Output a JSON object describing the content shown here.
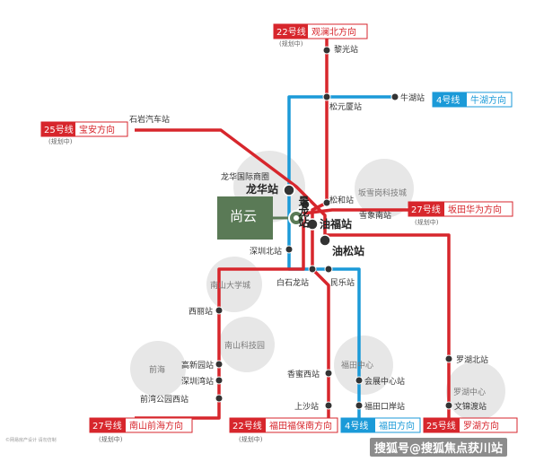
{
  "colors": {
    "red": "#d7262c",
    "blue": "#1b9ad8",
    "zone": "#e7e7e7",
    "project": "#5a7a56"
  },
  "tags": {
    "l22_north": {
      "num": "22号线",
      "dir": "观澜北方向",
      "note": "(规划中)"
    },
    "l4_north": {
      "num": "4号线",
      "dir": "牛湖方向"
    },
    "l25_north": {
      "num": "25号线",
      "dir": "宝安方向",
      "note": "(规划中)"
    },
    "l27_east": {
      "num": "27号线",
      "dir": "坂田华为方向",
      "note": "(规划中)"
    },
    "l27_south": {
      "num": "27号线",
      "dir": "南山前海方向",
      "note": "(规划中)"
    },
    "l22_south": {
      "num": "22号线",
      "dir": "福田福保南方向",
      "note": "(规划中)"
    },
    "l4_south": {
      "num": "4号线",
      "dir": "福田方向"
    },
    "l25_south": {
      "num": "25号线",
      "dir": "罗湖方向"
    }
  },
  "stations": {
    "lixin": "黎光站",
    "songyuansha": "松元厦站",
    "niuhu": "牛湖站",
    "shiyan": "石岩汽车站",
    "longhua_circle": "龙华国际商圈",
    "longhua": "龙华站",
    "jinglong": "景龙站",
    "songhe": "松和站",
    "xuexiangnan": "雪象南站",
    "youfu": "油福站",
    "yousong": "油松站",
    "shenzhenbei": "深圳北站",
    "baishilong": "白石龙站",
    "minle": "民乐站",
    "xili": "西丽站",
    "gaoxinyuan": "高新园站",
    "shenzhenwan": "深圳湾站",
    "qianwanpark": "前湾公园西站",
    "xiangmixi": "香蜜西站",
    "huizhan": "会展中心站",
    "futiankouan": "福田口岸站",
    "shangsha": "上沙站",
    "luohubei": "罗湖北站",
    "wenjindu": "文锦渡站"
  },
  "zones": {
    "bantian": "坂雪岗科技城",
    "nanshan_univ": "南山大学城",
    "nanshan_tech": "南山科技园",
    "qianhai": "前海",
    "futian": "福田中心",
    "luohu": "罗湖中心"
  },
  "project": {
    "name": "尚云"
  },
  "footer": {
    "note": "©网易房产设计 请勿仿制"
  },
  "watermark": "搜狐号@搜狐焦点获川站"
}
